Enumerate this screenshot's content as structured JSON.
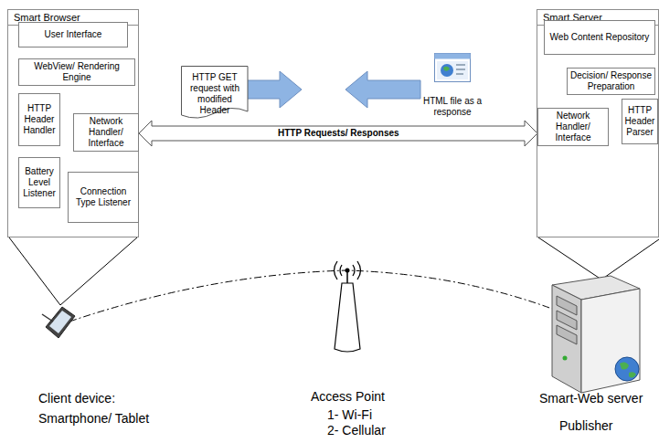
{
  "diagram": {
    "nodes": [
      {
        "text": [
          "Smart Browser"
        ]
      },
      {
        "text": [
          "User Interface"
        ],
        "in": 0
      },
      {
        "text": [
          "WebView/ Rendering Engine"
        ],
        "in": 0
      },
      {
        "text": [
          "HTTP Header Handler"
        ],
        "in": 0
      },
      {
        "text": [
          "Network Handler/ Interface"
        ],
        "in": 0
      },
      {
        "text": [
          "Battery Level Listener"
        ],
        "in": 0
      },
      {
        "text": [
          "Connection Type Listener"
        ],
        "in": 0
      },
      {
        "text": [
          "HTTP GET request with modified Header"
        ]
      },
      {
        "text": [
          "HTML file as a response"
        ]
      },
      {
        "text": [
          "Smart Server"
        ]
      },
      {
        "text": [
          "Web Content Repository"
        ],
        "in": 9
      },
      {
        "text": [
          "Decision/ Response Preparation"
        ],
        "in": 9
      },
      {
        "text": [
          "Network Handler/ Interface"
        ],
        "in": 9
      },
      {
        "text": [
          "HTTP Header Parser"
        ],
        "in": 9
      }
    ],
    "edges": [
      {
        "from": 1,
        "to": 2,
        "arrow": "both"
      },
      {
        "from": 1,
        "to": 2,
        "arrow": "both"
      },
      {
        "from": 1,
        "to": 2,
        "arrow": "both"
      },
      {
        "from": 2,
        "to": 4,
        "arrow": "both"
      },
      {
        "from": 2,
        "to": 4,
        "arrow": "both"
      },
      {
        "from": 3,
        "to": 4,
        "arrow": "to"
      },
      {
        "from": 5,
        "to": 3,
        "arrow": "to"
      },
      {
        "from": 6,
        "to": 3,
        "arrow": "to"
      },
      {
        "from": 4,
        "to": 12,
        "label": "HTTP Requests/ Responses",
        "arrow": "both"
      },
      {
        "from": 12,
        "to": 10,
        "arrow": "both"
      },
      {
        "from": 12,
        "to": 13,
        "arrow": "to"
      },
      {
        "from": 13,
        "to": 11,
        "arrow": "to"
      },
      {
        "from": 11,
        "to": 10,
        "arrow": "to"
      }
    ],
    "labels": [
      "Client device:",
      "Smartphone/ Tablet",
      "Access Point",
      "1- Wi-Fi",
      "2- Cellular",
      "Smart-Web server",
      "Publisher"
    ]
  }
}
